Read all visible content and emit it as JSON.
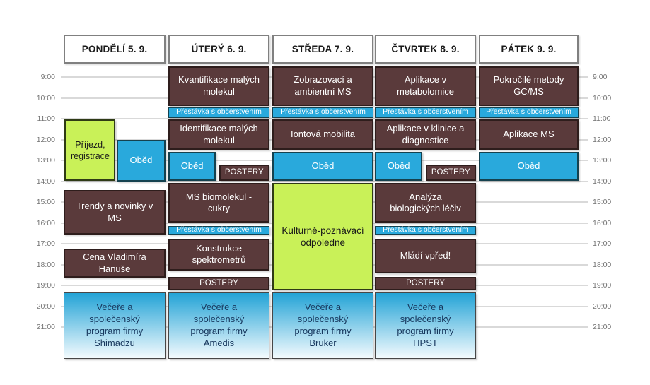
{
  "palette": {
    "session_bg": "#5a3a3b",
    "session_border": "#2e1d1c",
    "break_bg": "#29a9dc",
    "break_border": "#15424f",
    "lunch_bg": "#29a9dc",
    "lunch_border": "#15424f",
    "green_bg": "#c9f158",
    "green_border": "#2f3b15",
    "evening_top": "#23a3d6",
    "evening_bottom": "#f4fbfe",
    "evening_border": "#474747",
    "evening_text": "#17375d",
    "session_text": "#ffffff",
    "green_text": "#1a1a1a",
    "header_border": "#808080",
    "grid_line": "#d9d9d9",
    "axis_text": "#737373"
  },
  "time_axis": {
    "hours": [
      "9:00",
      "10:00",
      "11:00",
      "12:00",
      "13:00",
      "14:00",
      "15:00",
      "16:00",
      "17:00",
      "18:00",
      "19:00",
      "20:00",
      "21:00"
    ]
  },
  "days": [
    {
      "label": "PONDĚLÍ 5. 9."
    },
    {
      "label": "ÚTERÝ 6. 9."
    },
    {
      "label": "STŘEDA 7. 9."
    },
    {
      "label": "ČTVRTEK 8. 9."
    },
    {
      "label": "PÁTEK 9. 9."
    }
  ],
  "events": [
    {
      "name": "arrival-registration",
      "type": "arrival",
      "day": 0,
      "start": 11.05,
      "end": 14.0,
      "xFrac": 0.01,
      "wFrac": 0.5,
      "label": "Příjezd,\nregistrace"
    },
    {
      "name": "lunch-monday",
      "type": "lunch",
      "day": 0,
      "start": 12.0,
      "end": 14.0,
      "xFrac": 0.52,
      "wFrac": 0.48,
      "label": "Oběd"
    },
    {
      "name": "session-trendy-a-novinky-v-ms",
      "type": "session",
      "day": 0,
      "start": 14.42,
      "end": 16.57,
      "label": "Trendy a novinky v\nMS"
    },
    {
      "name": "session-cena-vladimira-hanuse",
      "type": "session",
      "day": 0,
      "start": 17.25,
      "end": 18.62,
      "label": "Cena Vladimíra\nHanuše"
    },
    {
      "name": "evening-shimadzu",
      "type": "evening",
      "day": 0,
      "start": 19.35,
      "end": 22.52,
      "label": "Večeře a\nspolečenský\nprogram firmy\nShimadzu"
    },
    {
      "name": "session-kvantifikace-malych-molekul",
      "type": "session",
      "day": 1,
      "start": 8.5,
      "end": 10.4,
      "label": "Kvantifikace malých\nmolekul"
    },
    {
      "name": "break-tuesday-morning",
      "type": "break",
      "day": 1,
      "start": 10.45,
      "end": 10.95,
      "label": "Přestávka s občerstvením"
    },
    {
      "name": "session-identifikace-malych-molekul",
      "type": "session",
      "day": 1,
      "start": 11.05,
      "end": 12.5,
      "label": "Identifikace malých\nmolekul"
    },
    {
      "name": "lunch-tuesday",
      "type": "lunch",
      "day": 1,
      "start": 12.6,
      "end": 14.0,
      "xFrac": 0,
      "wFrac": 0.47,
      "label": "Oběd"
    },
    {
      "name": "posters-tuesday-noon",
      "type": "posters",
      "day": 1,
      "start": 13.2,
      "end": 13.98,
      "xFrac": 0.5,
      "wFrac": 0.5,
      "label": "POSTERY"
    },
    {
      "name": "session-ms-biomolekul-cukry",
      "type": "session",
      "day": 1,
      "start": 14.1,
      "end": 16.0,
      "label": "MS biomolekul -\ncukry"
    },
    {
      "name": "break-tuesday-afternoon",
      "type": "break",
      "day": 1,
      "start": 16.15,
      "end": 16.55,
      "label": "Přestávka s občerstvením"
    },
    {
      "name": "session-konstrukce-spektrometru",
      "type": "session",
      "day": 1,
      "start": 16.75,
      "end": 18.3,
      "label": "Konstrukce\nspektrometrů"
    },
    {
      "name": "posters-tuesday-evening",
      "type": "posters",
      "day": 1,
      "start": 18.6,
      "end": 19.25,
      "label": "POSTERY"
    },
    {
      "name": "evening-amedis",
      "type": "evening",
      "day": 1,
      "start": 19.35,
      "end": 22.52,
      "label": "Večeře a\nspolečenský\nprogram firmy\nAmedis"
    },
    {
      "name": "session-zobrazovaci-a-ambientni-ms",
      "type": "session",
      "day": 2,
      "start": 8.5,
      "end": 10.4,
      "label": "Zobrazovací a\nambientní MS"
    },
    {
      "name": "break-wednesday-morning",
      "type": "break",
      "day": 2,
      "start": 10.45,
      "end": 10.95,
      "label": "Přestávka s občerstvením"
    },
    {
      "name": "session-iontova-mobilita",
      "type": "session",
      "day": 2,
      "start": 11.05,
      "end": 12.5,
      "label": "Iontová mobilita"
    },
    {
      "name": "lunch-wednesday",
      "type": "lunch",
      "day": 2,
      "start": 12.6,
      "end": 14.0,
      "label": "Oběd"
    },
    {
      "name": "culture-kulturne-poznavaci-odpoledne",
      "type": "culture",
      "day": 2,
      "start": 14.1,
      "end": 19.25,
      "label": "Kulturně-poznávací\nodpoledne"
    },
    {
      "name": "evening-bruker",
      "type": "evening",
      "day": 2,
      "start": 19.35,
      "end": 22.52,
      "label": "Večeře a\nspolečenský\nprogram firmy\nBruker"
    },
    {
      "name": "session-aplikace-v-metabolomice",
      "type": "session",
      "day": 3,
      "start": 8.5,
      "end": 10.4,
      "label": "Aplikace v\nmetabolomice"
    },
    {
      "name": "break-thursday-morning",
      "type": "break",
      "day": 3,
      "start": 10.45,
      "end": 10.95,
      "label": "Přestávka s občerstvením"
    },
    {
      "name": "session-aplikace-v-klinice-a-diagnostice",
      "type": "session",
      "day": 3,
      "start": 11.05,
      "end": 12.5,
      "label": "Aplikace v klinice a\ndiagnostice"
    },
    {
      "name": "lunch-thursday",
      "type": "lunch",
      "day": 3,
      "start": 12.6,
      "end": 14.0,
      "xFrac": 0,
      "wFrac": 0.47,
      "label": "Oběd"
    },
    {
      "name": "posters-thursday-noon",
      "type": "posters",
      "day": 3,
      "start": 13.2,
      "end": 13.98,
      "xFrac": 0.5,
      "wFrac": 0.5,
      "label": "POSTERY"
    },
    {
      "name": "session-analyza-biologickych-leciv",
      "type": "session",
      "day": 3,
      "start": 14.1,
      "end": 16.0,
      "label": "Analýza\nbiologických léčiv"
    },
    {
      "name": "break-thursday-afternoon",
      "type": "break",
      "day": 3,
      "start": 16.15,
      "end": 16.55,
      "label": "Přestávka s občerstvením"
    },
    {
      "name": "session-mladi-vpred",
      "type": "session",
      "day": 3,
      "start": 16.75,
      "end": 18.42,
      "label": "Mládí vpřed!"
    },
    {
      "name": "posters-thursday-evening",
      "type": "posters",
      "day": 3,
      "start": 18.6,
      "end": 19.25,
      "label": "POSTERY"
    },
    {
      "name": "evening-hpst",
      "type": "evening",
      "day": 3,
      "start": 19.35,
      "end": 22.52,
      "label": "Večeře a\nspolečenský\nprogram firmy\nHPST"
    },
    {
      "name": "session-pokrocile-metody-gc-ms",
      "type": "session",
      "day": 4,
      "start": 8.5,
      "end": 10.4,
      "label": "Pokročilé metody\nGC/MS"
    },
    {
      "name": "break-friday-morning",
      "type": "break",
      "day": 4,
      "start": 10.45,
      "end": 10.95,
      "label": "Přestávka s občerstvením"
    },
    {
      "name": "session-aplikace-ms",
      "type": "session",
      "day": 4,
      "start": 11.05,
      "end": 12.5,
      "label": "Aplikace MS"
    },
    {
      "name": "lunch-friday",
      "type": "lunch",
      "day": 4,
      "start": 12.6,
      "end": 14.0,
      "label": "Oběd"
    }
  ]
}
